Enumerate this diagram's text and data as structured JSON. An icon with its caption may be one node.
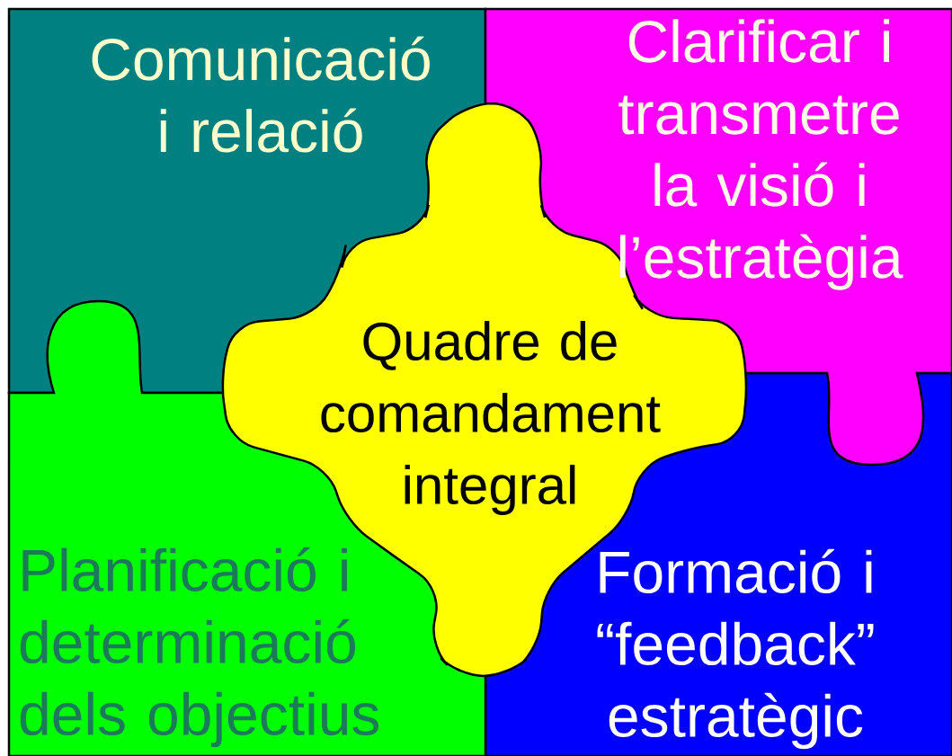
{
  "diagram": {
    "nodes": [
      {
        "text": [
          "Comunicació i relació"
        ]
      },
      {
        "text": [
          "Clarificar i transmetre la visió i l’estratègia"
        ]
      },
      {
        "text": [
          "Planificació i determinació dels objectius"
        ]
      },
      {
        "text": [
          "Formació i “feedback” estratègic"
        ]
      },
      {
        "text": [
          "Quadre de comandament integral"
        ]
      }
    ]
  }
}
